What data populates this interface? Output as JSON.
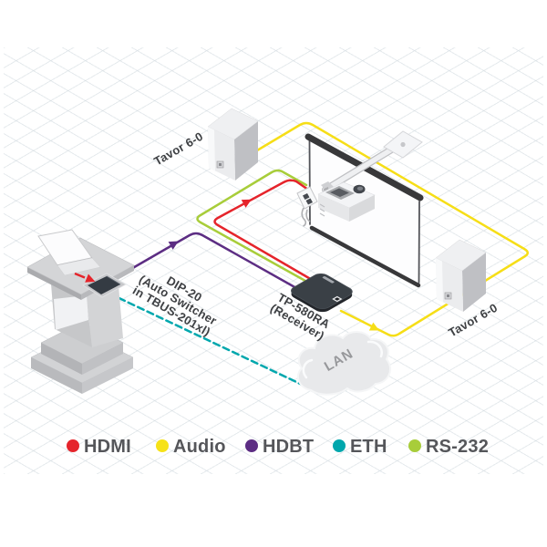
{
  "labels": {
    "speaker_left": "Tavor 6-0",
    "speaker_right": "Tavor 6-0",
    "switcher_line1": "DIP-20",
    "switcher_line2": "(Auto Switcher",
    "switcher_line3": "in TBUS-201xl)",
    "receiver_line1": "TP-580RA",
    "receiver_line2": "(Receiver)",
    "lan": "LAN"
  },
  "colors": {
    "hdmi": "#e5242b",
    "audio": "#f6de17",
    "hdbt": "#5c2d83",
    "eth": "#00a7ad",
    "rs232": "#a8cd3a"
  },
  "legend": {
    "items": [
      {
        "label": "HDMI",
        "color": "#e5242b"
      },
      {
        "label": "Audio",
        "color": "#f6e218"
      },
      {
        "label": "HDBT",
        "color": "#5c2d83"
      },
      {
        "label": "ETH",
        "color": "#00a7ad"
      },
      {
        "label": "RS-232",
        "color": "#a8cd3a"
      }
    ]
  }
}
